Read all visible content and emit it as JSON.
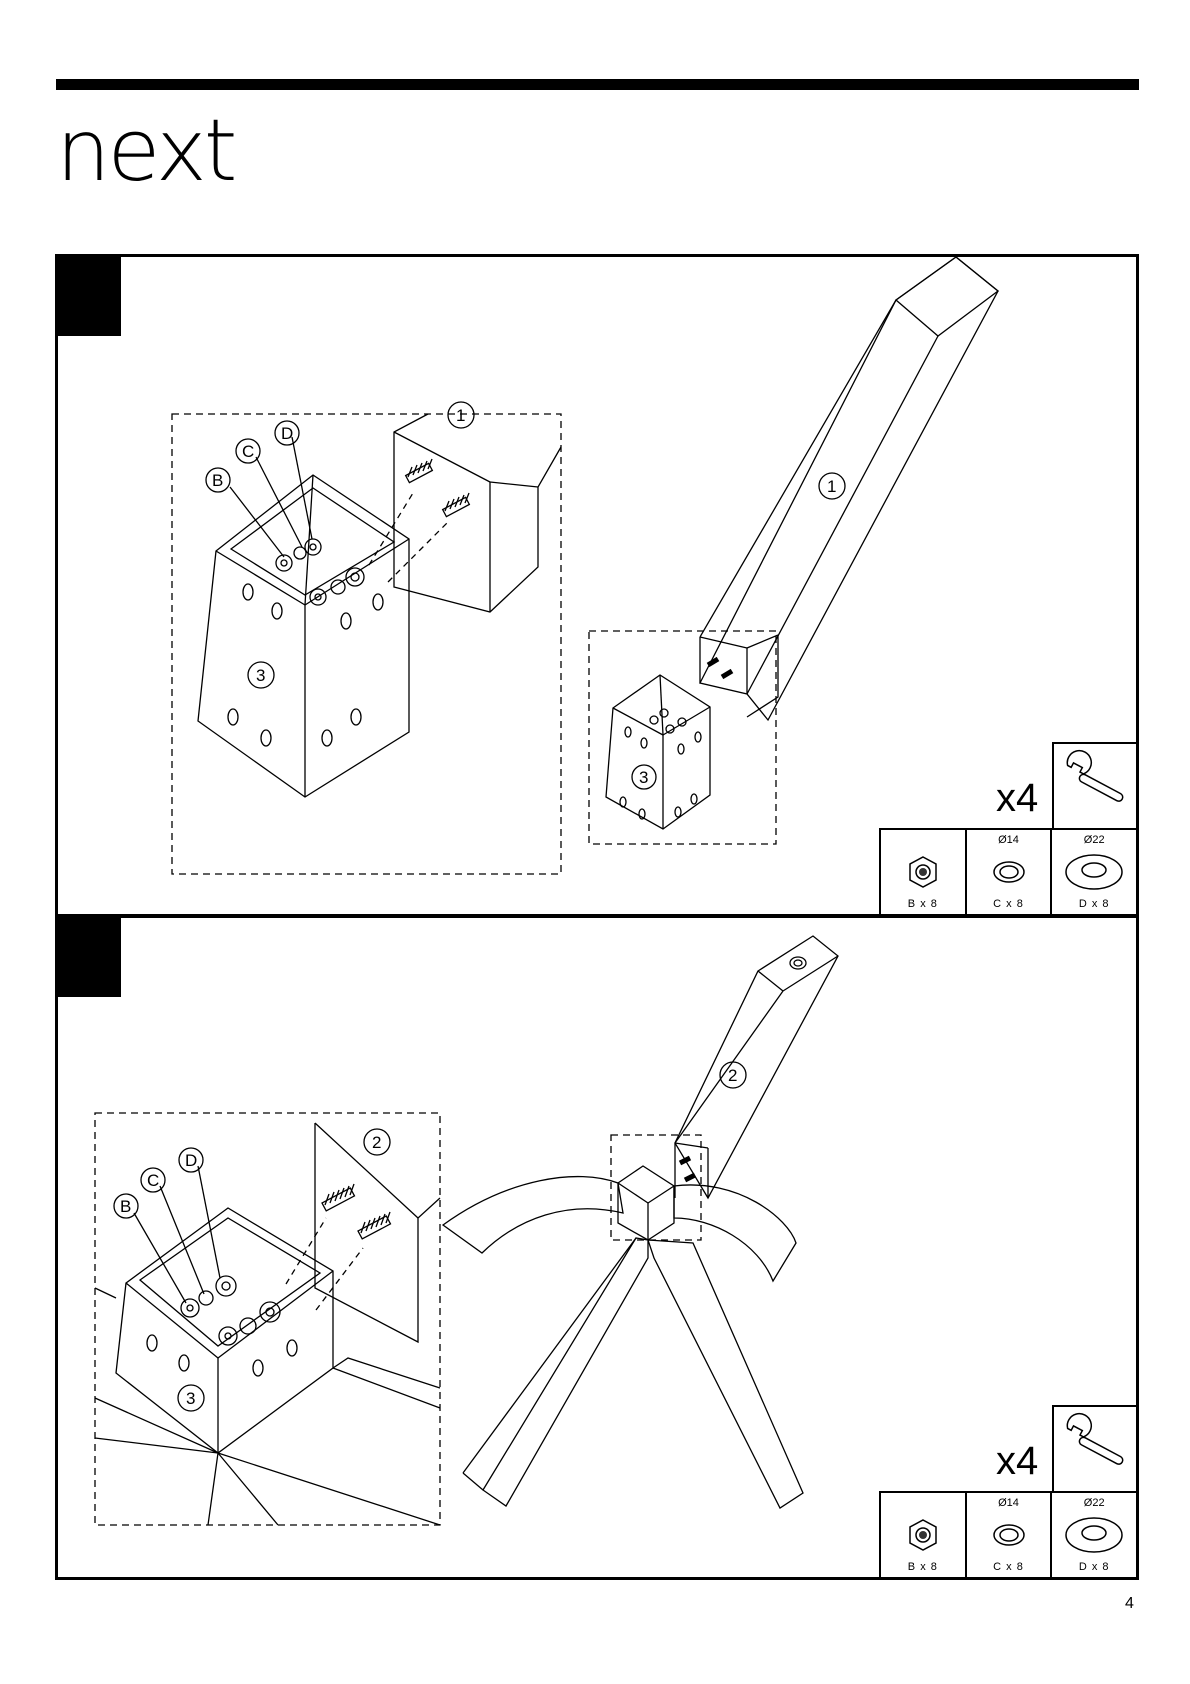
{
  "brand": {
    "logo_text": "next"
  },
  "steps": [
    {
      "parts": {
        "top_leg": "1",
        "hub": "3",
        "inset_leg": "1",
        "inset_hub": "3",
        "callout_b": "B",
        "callout_c": "C",
        "callout_d": "D"
      },
      "multiplier": "x4",
      "hardware": [
        {
          "icon": "nut-icon",
          "size": "",
          "qty": "B x 8"
        },
        {
          "icon": "spring-washer-icon",
          "size": "Ø14",
          "qty": "C x 8"
        },
        {
          "icon": "flat-washer-icon",
          "size": "Ø22",
          "qty": "D x 8"
        }
      ],
      "tool_icon": "spanner-icon"
    },
    {
      "parts": {
        "top_leg": "2",
        "hub": "3",
        "inset_leg": "2",
        "inset_hub": "3",
        "callout_b": "B",
        "callout_c": "C",
        "callout_d": "D"
      },
      "multiplier": "x4",
      "hardware": [
        {
          "icon": "nut-icon",
          "size": "",
          "qty": "B x 8"
        },
        {
          "icon": "spring-washer-icon",
          "size": "Ø14",
          "qty": "C x 8"
        },
        {
          "icon": "flat-washer-icon",
          "size": "Ø22",
          "qty": "D x 8"
        }
      ],
      "tool_icon": "spanner-icon"
    }
  ],
  "page": {
    "number": "4"
  }
}
